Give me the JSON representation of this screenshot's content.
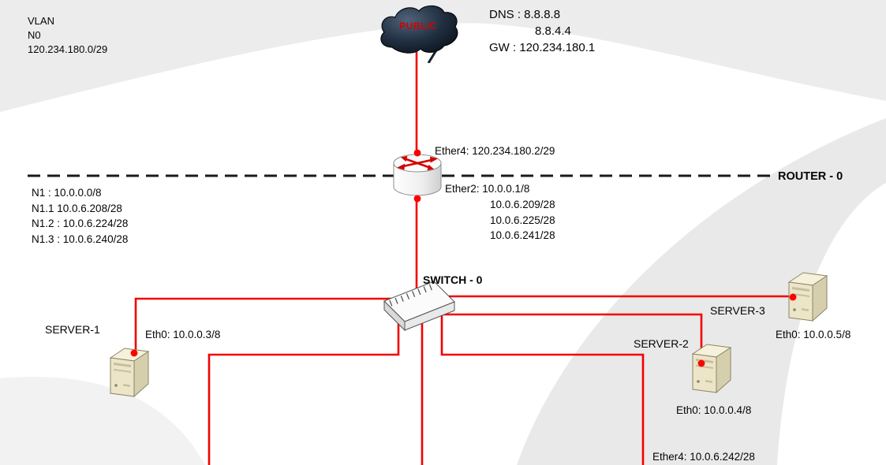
{
  "colors": {
    "wire": "#f20000",
    "dot": "#ff0000",
    "boundary_dash": "#1a1a1a",
    "cloud_fill": "#16202e",
    "public_text": "#d40000",
    "server_body": "#ece5c8",
    "background_swoosh": "#ececec"
  },
  "cloud": {
    "label": "PUBLIC"
  },
  "vlan": {
    "lines": [
      "VLAN",
      "N0",
      "120.234.180.0/29"
    ]
  },
  "dns": {
    "lines": [
      "DNS : 8.8.8.8",
      "8.8.4.4",
      "GW : 120.234.180.1"
    ]
  },
  "router": {
    "name": "ROUTER - 0",
    "ether4": "Ether4: 120.234.180.2/29",
    "ether2": [
      "Ether2: 10.0.0.1/8",
      "10.0.6.209/28",
      "10.0.6.225/28",
      "10.0.6.241/28"
    ],
    "networks": [
      "N1 : 10.0.0.0/8",
      "N1.1 10.0.6.208/28",
      "N1.2 : 10.0.6.224/28",
      "N1.3 : 10.0.6.240/28"
    ]
  },
  "switch": {
    "name": "SWITCH - 0"
  },
  "servers": [
    {
      "name": "SERVER-1",
      "eth": "Eth0: 10.0.0.3/8"
    },
    {
      "name": "SERVER-2",
      "eth": "Eth0: 10.0.0.4/8"
    },
    {
      "name": "SERVER-3",
      "eth": "Eth0: 10.0.0.5/8"
    }
  ],
  "bottom": {
    "ether4": "Ether4: 10.0.6.242/28"
  }
}
